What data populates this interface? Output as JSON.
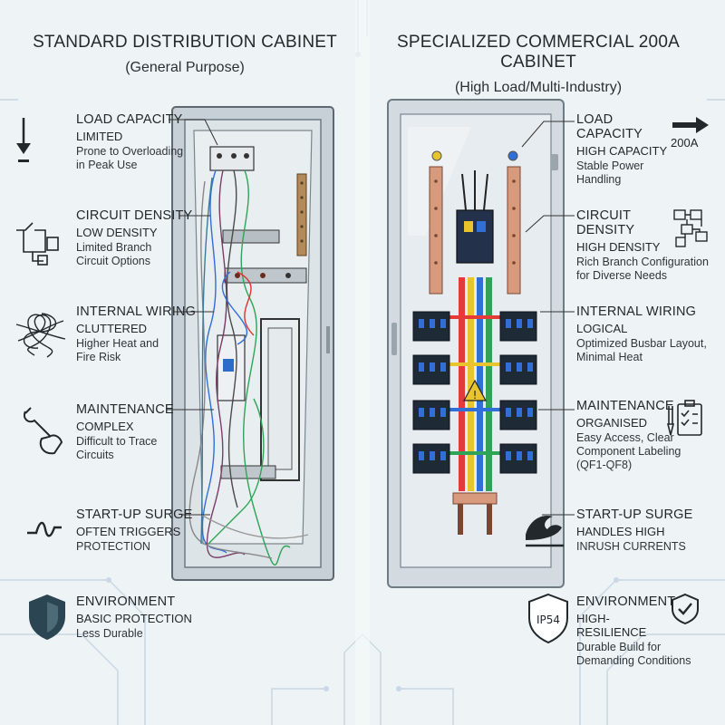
{
  "headers": {
    "left": {
      "title": "STANDARD DISTRIBUTION CABINET",
      "subtitle": "(General Purpose)"
    },
    "right": {
      "title": "SPECIALIZED COMMERCIAL 200A CABINET",
      "subtitle": "(High Load/Multi-Industry)"
    }
  },
  "left_features": [
    {
      "name": "LOAD CAPACITY",
      "rating": "LIMITED",
      "desc": [
        "Prone to Overloading",
        "in Peak Use"
      ],
      "icon": "down-arrow-icon"
    },
    {
      "name": "CIRCUIT DENSITY",
      "rating": "LOW DENSITY",
      "desc": [
        "Limited Branch",
        "Circuit Options"
      ],
      "icon": "simple-circuit-icon"
    },
    {
      "name": "INTERNAL WIRING",
      "rating": "CLUTTERED",
      "desc": [
        "Higher Heat and",
        "Fire Risk"
      ],
      "icon": "tangled-wires-icon"
    },
    {
      "name": "MAINTENANCE",
      "rating": "COMPLEX",
      "desc": [
        "Difficult to Trace",
        "Circuits"
      ],
      "icon": "wrench-hand-icon"
    },
    {
      "name": "START-UP SURGE",
      "rating": "OFTEN TRIGGERS",
      "desc": [
        "PROTECTION"
      ],
      "icon": "surge-wave-icon"
    },
    {
      "name": "ENVIRONMENT",
      "rating": "BASIC PROTECTION",
      "desc": [
        "Less Durable"
      ],
      "icon": "shield-icon"
    }
  ],
  "right_features": [
    {
      "name": "LOAD CAPACITY",
      "rating": "HIGH CAPACITY",
      "desc": [
        "Stable Power Handling"
      ],
      "icon": "right-arrow-icon",
      "badge": "200A"
    },
    {
      "name": "CIRCUIT DENSITY",
      "rating": "HIGH DENSITY",
      "desc": [
        "Rich Branch Configuration",
        "for Diverse Needs"
      ],
      "icon": "complex-circuit-icon"
    },
    {
      "name": "INTERNAL WIRING",
      "rating": "LOGICAL",
      "desc": [
        "Optimized Busbar Layout,",
        "Minimal Heat"
      ],
      "icon": ""
    },
    {
      "name": "MAINTENANCE",
      "rating": "ORGANISED",
      "desc": [
        "Easy Access, Clear",
        "Component Labeling",
        "(QF1-QF8)"
      ],
      "icon": "checklist-icon"
    },
    {
      "name": "START-UP SURGE",
      "rating": "HANDLES HIGH",
      "desc": [
        "INRUSH CURRENTS"
      ],
      "icon": "wave-icon"
    },
    {
      "name": "ENVIRONMENT",
      "rating": "HIGH-RESILIENCE",
      "desc": [
        "Durable Build for",
        "Demanding Conditions"
      ],
      "icon": "ip54-shield-icon",
      "ip_label": "IP54"
    }
  ],
  "colors": {
    "background": "#eef3f6",
    "cabinet_frame": "#a9b3bb",
    "busbar": "#d79a7c",
    "wire_red": "#e53b36",
    "wire_blue": "#2f6fd6",
    "wire_yellow": "#e8c52d",
    "wire_green": "#2fa457",
    "shield": "#2c4552"
  }
}
